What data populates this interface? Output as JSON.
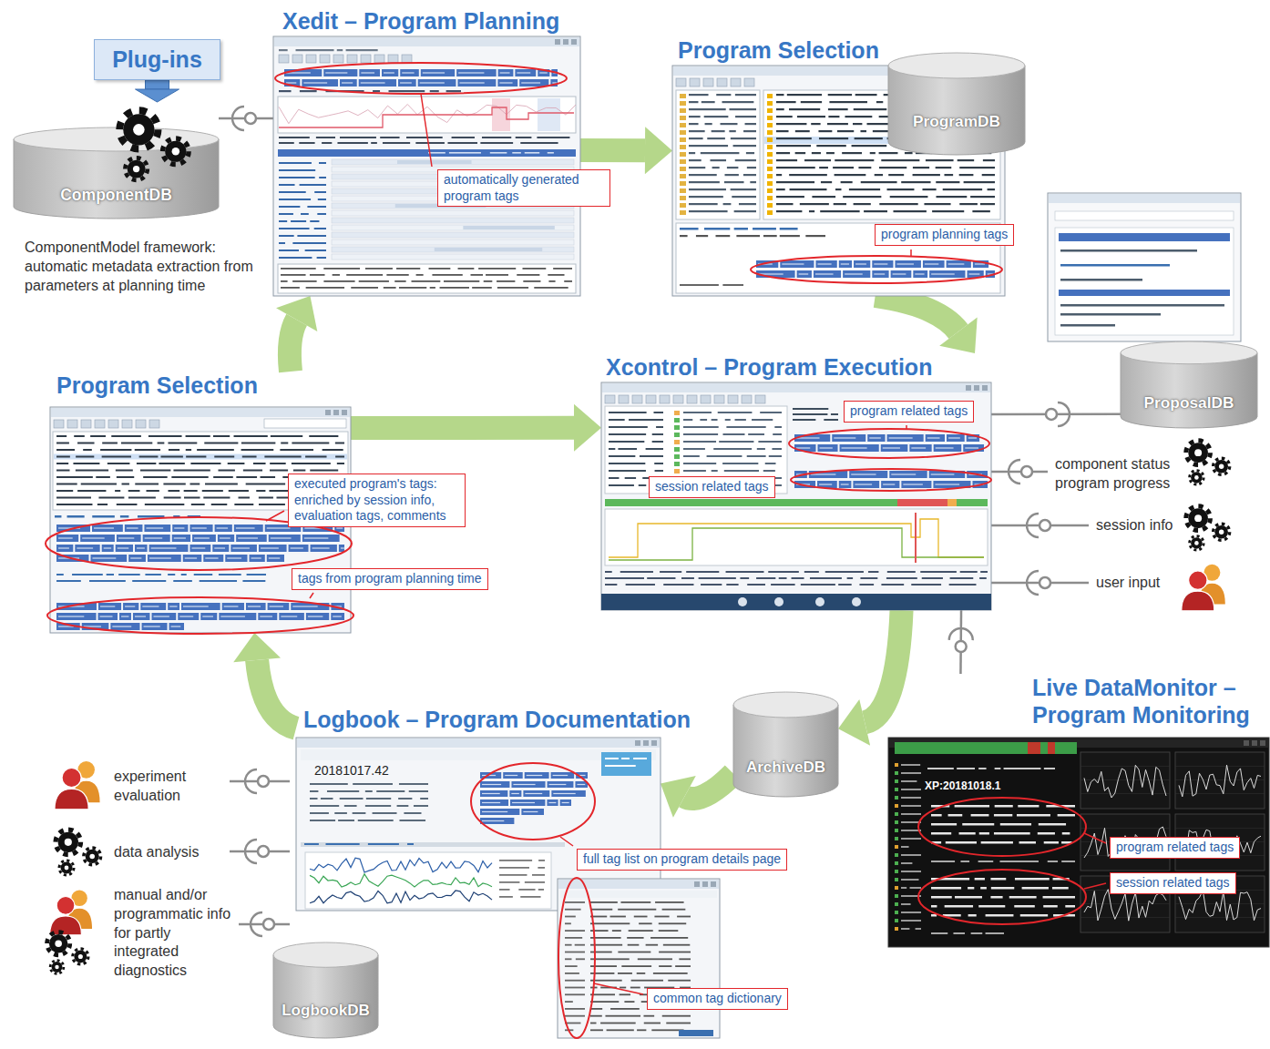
{
  "diagram": {
    "nodes": [
      {
        "text": [
          "Plug-ins"
        ]
      },
      {
        "text": [
          "ComponentDB"
        ]
      },
      {
        "text": [
          "Xedit – Program Planning"
        ]
      },
      {
        "text": [
          "automatically generated program tags"
        ],
        "in": 2
      },
      {
        "text": [
          "Program Selection"
        ]
      },
      {
        "text": [
          "ProgramDB"
        ]
      },
      {
        "text": [
          "program planning tags"
        ],
        "in": 4
      },
      {
        "text": [
          "ProposalDB"
        ]
      },
      {
        "text": [
          "Program Selection"
        ]
      },
      {
        "text": [
          "executed program's tags: enriched by session info, evaluation tags, comments"
        ],
        "in": 8
      },
      {
        "text": [
          "tags from program planning time"
        ],
        "in": 8
      },
      {
        "text": [
          "Xcontrol – Program Execution"
        ]
      },
      {
        "text": [
          "program related tags"
        ],
        "in": 11
      },
      {
        "text": [
          "session related tags"
        ],
        "in": 11
      },
      {
        "text": [
          "ArchiveDB"
        ]
      },
      {
        "text": [
          "Live DataMonitor – Program Monitoring"
        ]
      },
      {
        "text": [
          "program related tags"
        ],
        "in": 15
      },
      {
        "text": [
          "session related tags"
        ],
        "in": 15
      },
      {
        "text": [
          "Logbook – Program Documentation"
        ]
      },
      {
        "text": [
          "full tag list on program details page"
        ],
        "in": 18
      },
      {
        "text": [
          "common tag dictionary"
        ]
      },
      {
        "text": [
          "LogbookDB"
        ]
      }
    ],
    "edges": [
      {
        "from": 2,
        "to": 4,
        "arrow": "to"
      },
      {
        "from": 4,
        "to": 11,
        "arrow": "to"
      },
      {
        "from": 11,
        "to": 14,
        "arrow": "to"
      },
      {
        "from": 14,
        "to": 18,
        "arrow": "to"
      },
      {
        "from": 18,
        "to": 8,
        "arrow": "to"
      },
      {
        "from": 8,
        "to": 2,
        "arrow": "to"
      },
      {
        "from": 8,
        "to": 11,
        "arrow": "to"
      },
      {
        "from": 1,
        "to": 2,
        "arrow": "none"
      },
      {
        "from": 7,
        "to": 11,
        "arrow": "none"
      },
      {
        "from": 11,
        "to": 15,
        "arrow": "none"
      },
      {
        "from": 0,
        "to": 1,
        "arrow": "to"
      }
    ],
    "labels": [
      "ComponentModel framework: automatic metadata extraction from parameters at planning time",
      "component status program progress",
      "session info",
      "user input",
      "experiment evaluation",
      "data analysis",
      "manual and/or programmatic info for partly integrated diagnostics",
      "20181017.42",
      "XP:20181018.1"
    ]
  }
}
